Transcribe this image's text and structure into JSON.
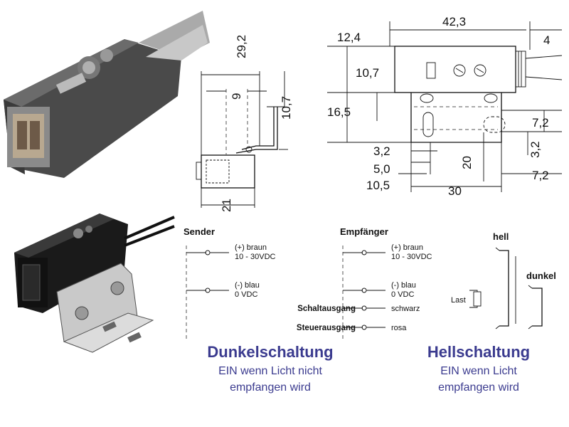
{
  "dimensions": {
    "d12_4": "12,4",
    "d29_2": "29,2",
    "d42_3": "42,3",
    "d4": "4",
    "d10_7a": "10,7",
    "d10_7b": "10,7",
    "d9": "9",
    "d16_5": "16,5",
    "d7_2a": "7,2",
    "d3_2a": "3,2",
    "d3_2b": "3,2",
    "d5_0": "5,0",
    "d20": "20",
    "d10_5": "10,5",
    "d30": "30",
    "d7_2b": "7,2",
    "d21": "21"
  },
  "wiring": {
    "sender": {
      "title": "Sender",
      "plus_label": "(+) braun",
      "plus_voltage": "10 - 30VDC",
      "minus_label": "(-) blau",
      "minus_voltage": "0 VDC"
    },
    "receiver": {
      "title": "Empfänger",
      "plus_label": "(+) braun",
      "plus_voltage": "10 - 30VDC",
      "minus_label": "(-) blau",
      "minus_voltage": "0 VDC",
      "load_label": "Last",
      "switch_output": "Schaltausgang",
      "switch_color": "schwarz",
      "control_output": "Steuerausgang",
      "control_color": "rosa"
    },
    "states": {
      "hell": "hell",
      "dunkel": "dunkel"
    }
  },
  "modes": {
    "dark_title": "Dunkelschaltung",
    "dark_desc1": "EIN wenn Licht nicht",
    "dark_desc2": "empfangen wird",
    "light_title": "Hellschaltung",
    "light_desc1": "EIN wenn Licht",
    "light_desc2": "empfangen wird"
  },
  "colors": {
    "accent": "#3b3b8f"
  }
}
